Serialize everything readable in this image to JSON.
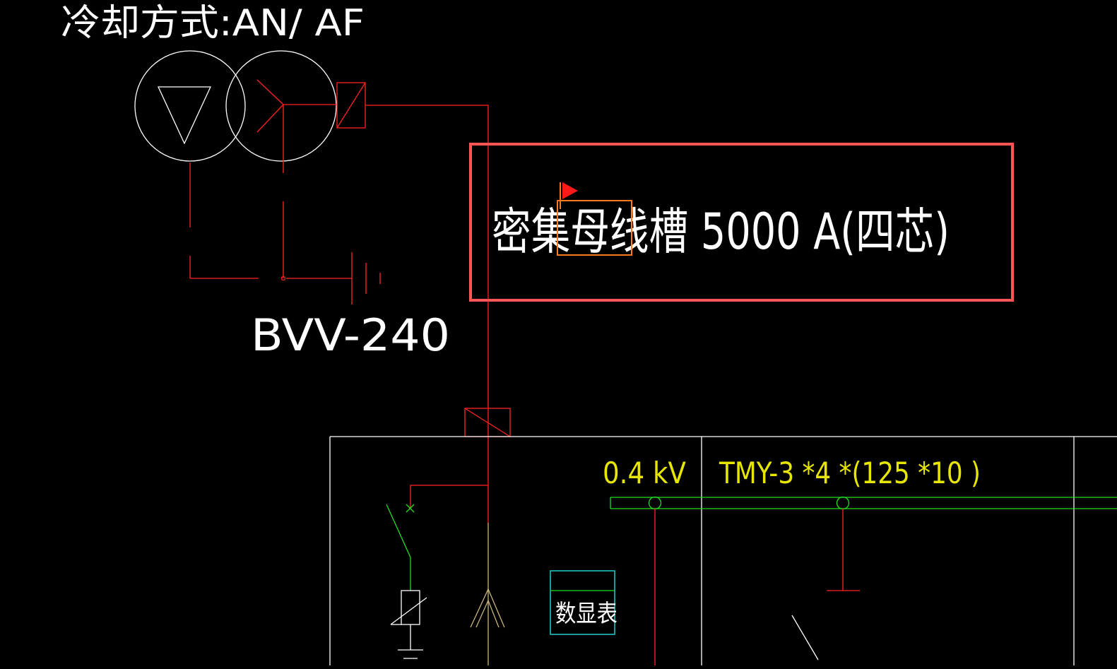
{
  "colors": {
    "background": "#000000",
    "white": "#ffffff",
    "red": "#ff2222",
    "green": "#22dd22",
    "yellow": "#e6e600",
    "cyan": "#22cccc",
    "orange": "#ff7a1f",
    "highlight": "#ff5555",
    "tan": "#c9b57a"
  },
  "labels": {
    "cooling_mode": "冷却方式:AN/ AF",
    "grounding_cable": "BVV-240",
    "busway": "密集母线槽  5000 A(四芯)",
    "voltage": "0.4 kV",
    "busbar": "TMY-3 *4 *(125 *10 )",
    "meter": "数显表"
  },
  "markers": {
    "flag_icon": "flag-icon",
    "search_match": "母线"
  }
}
